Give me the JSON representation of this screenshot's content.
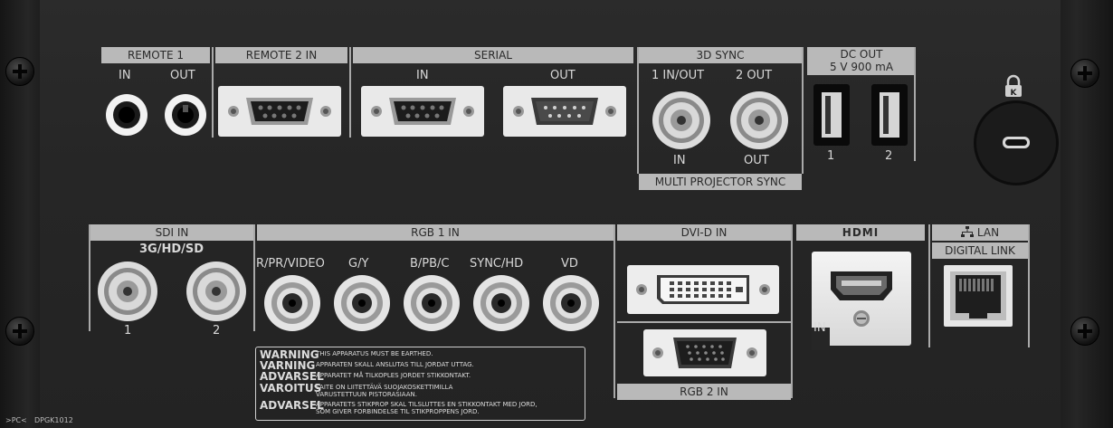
{
  "remote1": {
    "header": "REMOTE 1",
    "in_label": "IN",
    "out_label": "OUT"
  },
  "remote2": {
    "header": "REMOTE 2 IN"
  },
  "serial": {
    "header": "SERIAL",
    "in_label": "IN",
    "out_label": "OUT"
  },
  "sync3d": {
    "header": "3D SYNC",
    "in_out_label": "1 IN/OUT",
    "out2_label": "2 OUT",
    "in_bottom": "IN",
    "out_bottom": "OUT",
    "footer": "MULTI PROJECTOR SYNC"
  },
  "dcout": {
    "header_line1": "DC OUT",
    "header_line2": "5 V  900 mA",
    "port1": "1",
    "port2": "2"
  },
  "sdi": {
    "header": "SDI IN",
    "sub": "3G/HD/SD",
    "port1": "1",
    "port2": "2"
  },
  "rgb1": {
    "header": "RGB 1 IN",
    "labels": [
      "R/PR/VIDEO",
      "G/Y",
      "B/PB/C",
      "SYNC/HD",
      "VD"
    ]
  },
  "dvi": {
    "header": "DVI-D IN"
  },
  "rgb2": {
    "footer": "RGB 2 IN"
  },
  "hdmi": {
    "logo": "HDMI",
    "in_label": "IN"
  },
  "lan": {
    "header": "LAN",
    "sub": "DIGITAL LINK"
  },
  "warnings": [
    {
      "lang": "WARNING",
      "text": "THIS APPARATUS MUST BE EARTHED."
    },
    {
      "lang": "VARNING",
      "text": "APPARATEN SKALL ANSLUTAS TILL JORDAT UTTAG."
    },
    {
      "lang": "ADVARSEL",
      "text": "APPARATET MÅ TILKOPLES JORDET STIKKONTAKT."
    },
    {
      "lang": "VAROITUS",
      "text": "LAITE ON LIITETTÄVÄ SUOJAKOSKETTIMILLA\nVARUSTETTUUN PISTORASIAAN."
    },
    {
      "lang": "ADVARSEL",
      "text": "APPARATETS STIKPROP SKAL TILSLUTTES EN STIKKONTAKT MED JORD,\nSOM GIVER FORBINDELSE TIL STIKPROPPENS JORD."
    }
  ],
  "footer": {
    "material": ">PC<",
    "code": "DPGK1012"
  },
  "icons": [
    "security-lock-icon",
    "lan-network-icon",
    "hdmi-logo-icon"
  ]
}
